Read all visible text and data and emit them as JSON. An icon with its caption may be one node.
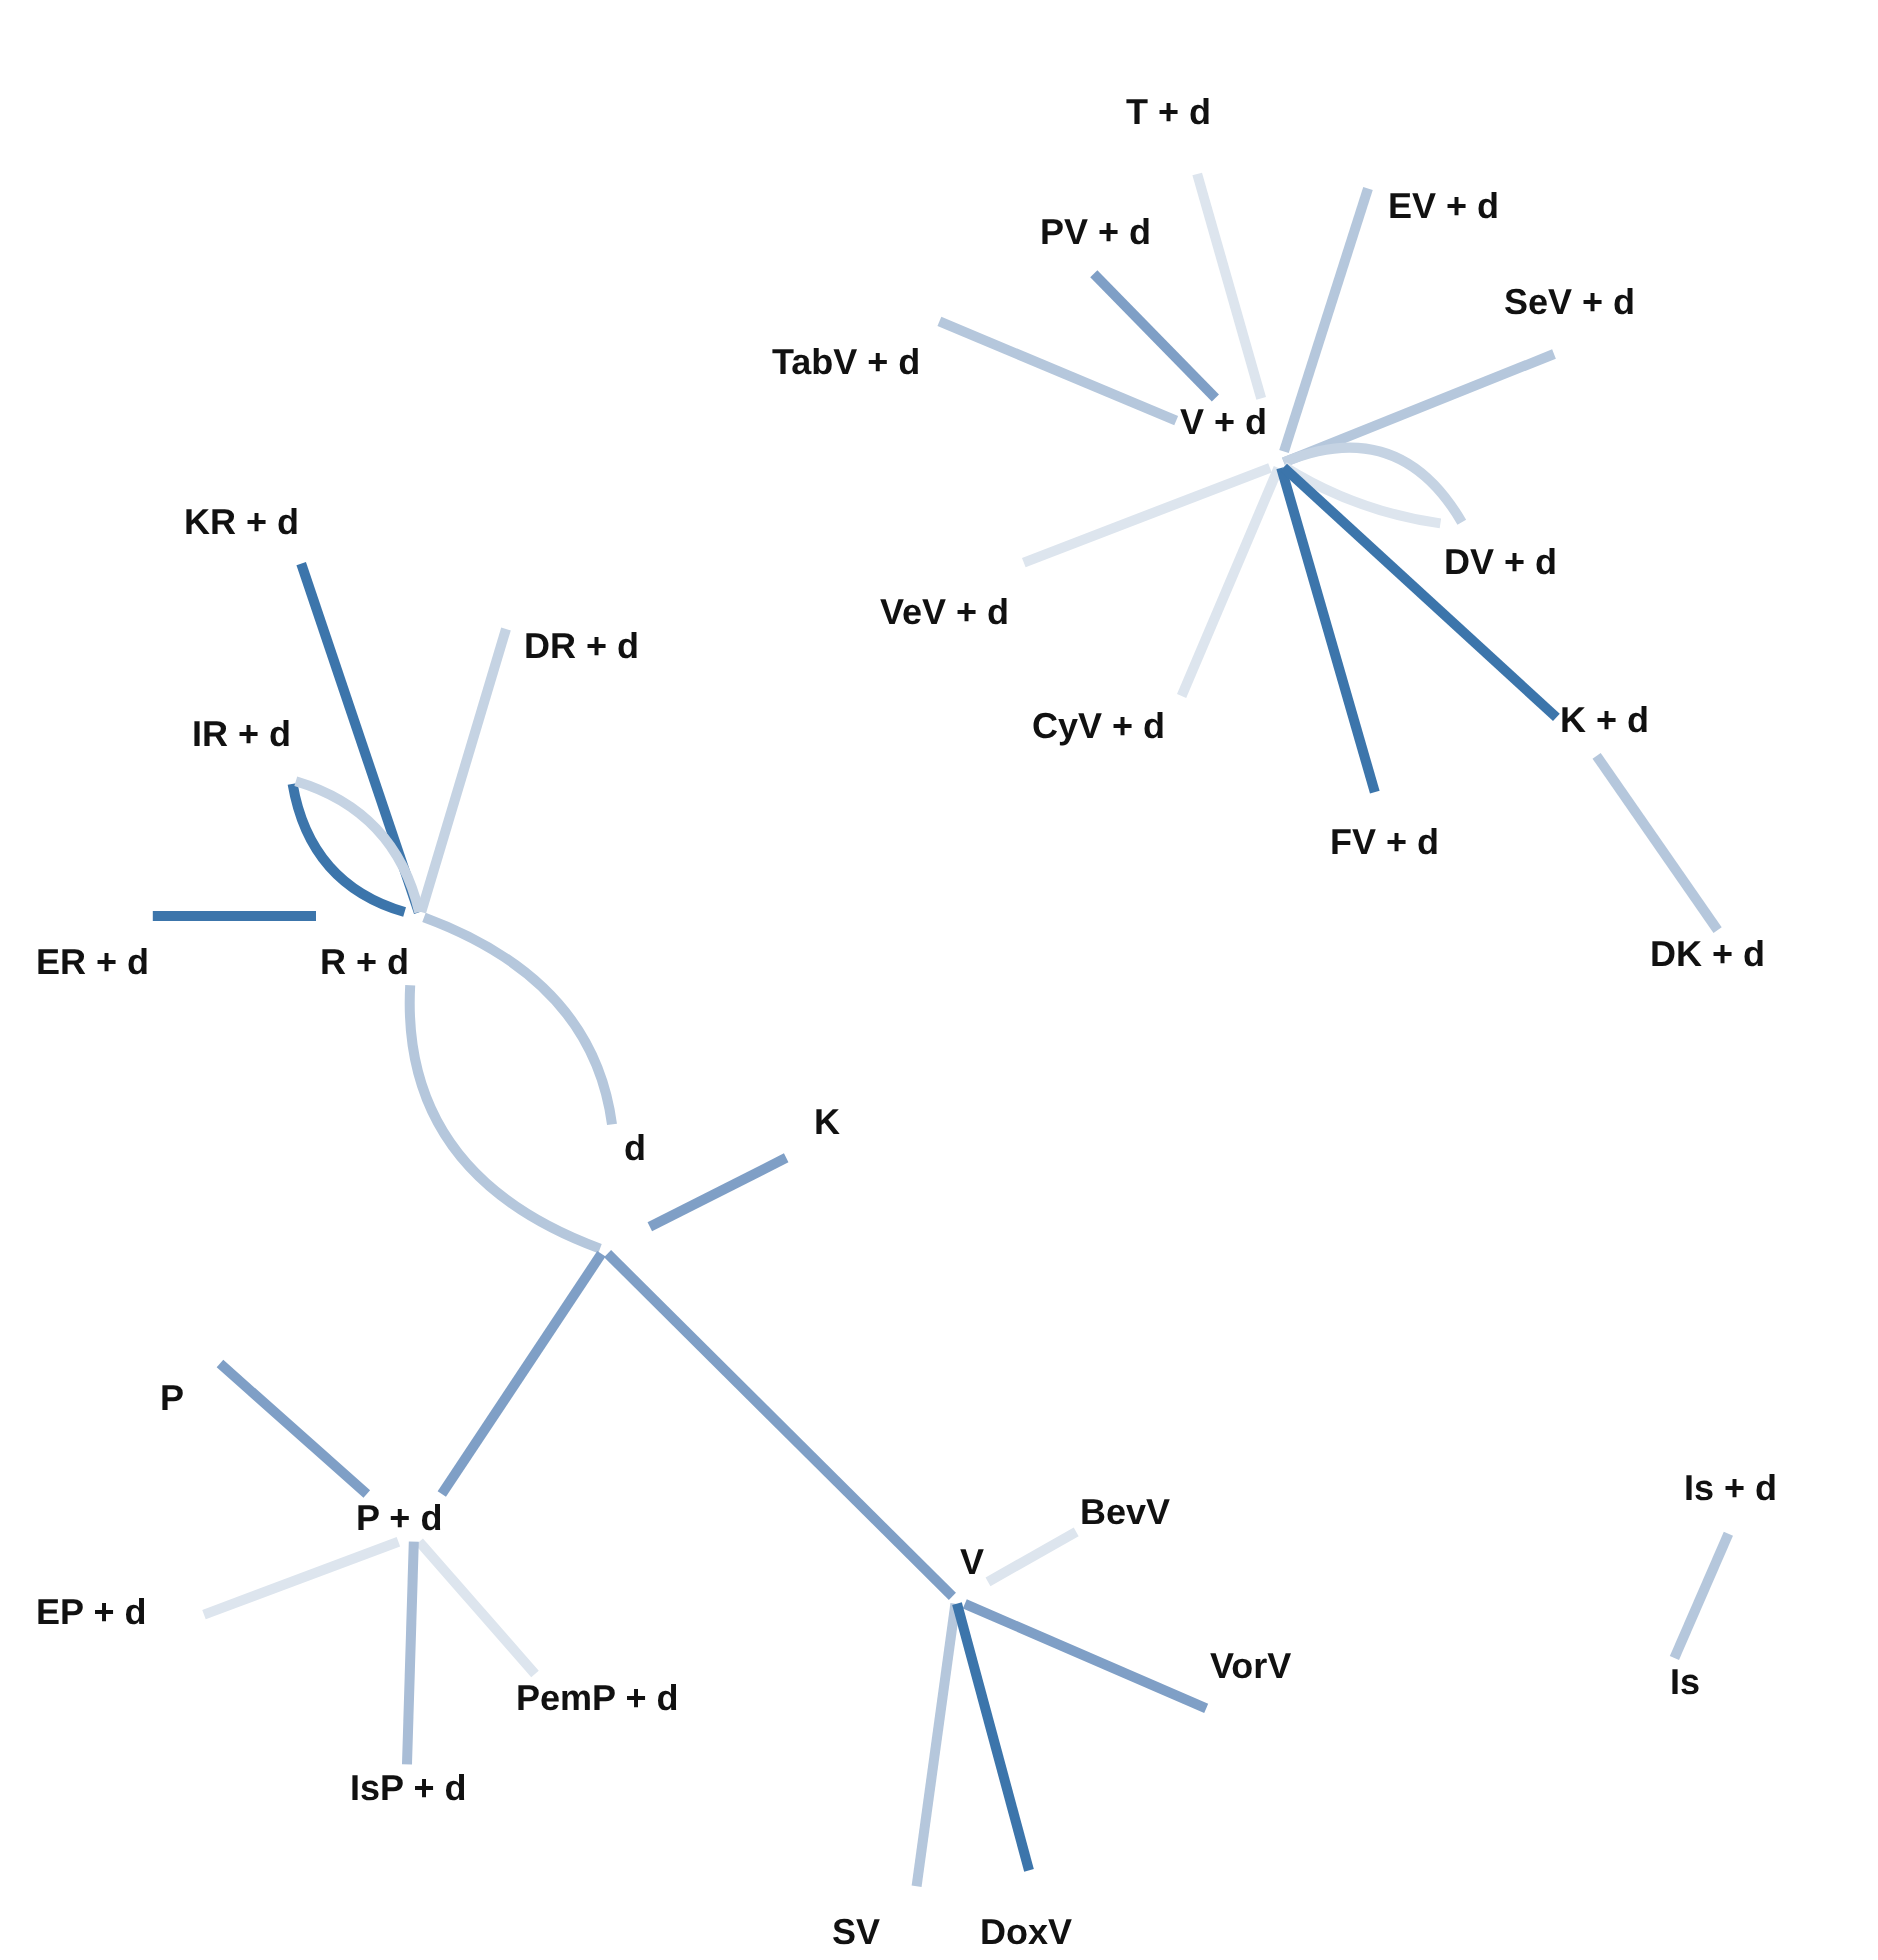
{
  "diagram": {
    "nodes": [
      {
        "text": [
          "d"
        ]
      },
      {
        "text": [
          "K"
        ]
      },
      {
        "text": [
          "R + d"
        ]
      },
      {
        "text": [
          "KR + d"
        ]
      },
      {
        "text": [
          "DR + d"
        ]
      },
      {
        "text": [
          "IR + d"
        ]
      },
      {
        "text": [
          "ER + d"
        ]
      },
      {
        "text": [
          "P"
        ]
      },
      {
        "text": [
          "P + d"
        ]
      },
      {
        "text": [
          "EP + d"
        ]
      },
      {
        "text": [
          "PemP + d"
        ]
      },
      {
        "text": [
          "IsP + d"
        ]
      },
      {
        "text": [
          "V"
        ]
      },
      {
        "text": [
          "BevV"
        ]
      },
      {
        "text": [
          "VorV"
        ]
      },
      {
        "text": [
          "SV"
        ]
      },
      {
        "text": [
          "DoxV"
        ]
      },
      {
        "text": [
          "V + d"
        ]
      },
      {
        "text": [
          "T + d"
        ]
      },
      {
        "text": [
          "PV + d"
        ]
      },
      {
        "text": [
          "EV + d"
        ]
      },
      {
        "text": [
          "SeV + d"
        ]
      },
      {
        "text": [
          "TabV + d"
        ]
      },
      {
        "text": [
          "VeV + d"
        ]
      },
      {
        "text": [
          "CyV + d"
        ]
      },
      {
        "text": [
          "FV + d"
        ]
      },
      {
        "text": [
          "DV + d"
        ]
      },
      {
        "text": [
          "K + d"
        ]
      },
      {
        "text": [
          "DK + d"
        ]
      },
      {
        "text": [
          "Is + d"
        ]
      },
      {
        "text": [
          "Is"
        ]
      }
    ],
    "edges": [
      {
        "from": 0,
        "to": 1,
        "arrow": "none"
      },
      {
        "from": 2,
        "to": 0,
        "arrow": "none",
        "color": "#b5c7dc"
      },
      {
        "from": 0,
        "to": 2,
        "arrow": "none",
        "color": "#b5c7dc"
      },
      {
        "from": 3,
        "to": 2,
        "arrow": "none",
        "color": "#3c75ab"
      },
      {
        "from": 4,
        "to": 2,
        "arrow": "none",
        "color": "#c5d3e3"
      },
      {
        "from": 5,
        "to": 2,
        "arrow": "none",
        "color": "#3c75ab"
      },
      {
        "from": 2,
        "to": 5,
        "arrow": "none",
        "color": "#c5d3e3"
      },
      {
        "from": 6,
        "to": 2,
        "arrow": "none",
        "color": "#3c75ab"
      },
      {
        "from": 0,
        "to": 8,
        "arrow": "none"
      },
      {
        "from": 7,
        "to": 8,
        "arrow": "none"
      },
      {
        "from": 9,
        "to": 8,
        "arrow": "none",
        "color": "#dde5ee"
      },
      {
        "from": 10,
        "to": 8,
        "arrow": "none",
        "color": "#dde5ee"
      },
      {
        "from": 11,
        "to": 8,
        "arrow": "none",
        "color": "#a9bdd6"
      },
      {
        "from": 0,
        "to": 12,
        "arrow": "none"
      },
      {
        "from": 12,
        "to": 13,
        "arrow": "none",
        "color": "#dde5ee"
      },
      {
        "from": 12,
        "to": 14,
        "arrow": "none"
      },
      {
        "from": 12,
        "to": 15,
        "arrow": "none",
        "color": "#b5c7dc"
      },
      {
        "from": 12,
        "to": 16,
        "arrow": "none",
        "color": "#3c75ab"
      },
      {
        "from": 18,
        "to": 17,
        "arrow": "none",
        "color": "#dde5ee"
      },
      {
        "from": 19,
        "to": 17,
        "arrow": "none"
      },
      {
        "from": 20,
        "to": 17,
        "arrow": "none",
        "color": "#b5c7dc"
      },
      {
        "from": 21,
        "to": 17,
        "arrow": "none",
        "color": "#b5c7dc"
      },
      {
        "from": 22,
        "to": 17,
        "arrow": "none",
        "color": "#b5c7dc"
      },
      {
        "from": 23,
        "to": 17,
        "arrow": "none",
        "color": "#dde5ee"
      },
      {
        "from": 24,
        "to": 17,
        "arrow": "none",
        "color": "#dde5ee"
      },
      {
        "from": 25,
        "to": 17,
        "arrow": "none",
        "color": "#3c75ab"
      },
      {
        "from": 17,
        "to": 26,
        "arrow": "none",
        "color": "#c5d3e3"
      },
      {
        "from": 26,
        "to": 17,
        "arrow": "none",
        "color": "#dde5ee"
      },
      {
        "from": 17,
        "to": 27,
        "arrow": "none",
        "color": "#3c75ab"
      },
      {
        "from": 27,
        "to": 28,
        "arrow": "none",
        "color": "#b5c7dc"
      },
      {
        "from": 29,
        "to": 30,
        "arrow": "none",
        "color": "#b5c7dc"
      }
    ]
  }
}
